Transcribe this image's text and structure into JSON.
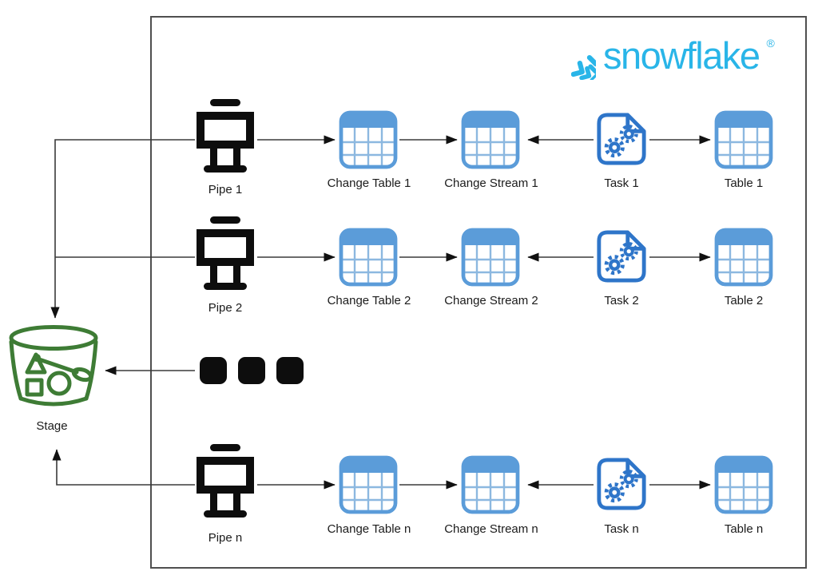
{
  "brand": {
    "name": "snowflake",
    "registered_mark": "®",
    "color": "#29b5e8"
  },
  "stage": {
    "label": "Stage",
    "color": "#3e7c35"
  },
  "rows": [
    {
      "pipe": "Pipe 1",
      "change_table": "Change Table 1",
      "change_stream": "Change Stream 1",
      "task": "Task 1",
      "table": "Table 1"
    },
    {
      "pipe": "Pipe 2",
      "change_table": "Change Table 2",
      "change_stream": "Change Stream 2",
      "task": "Task 2",
      "table": "Table 2"
    },
    {
      "pipe": "Pipe n",
      "change_table": "Change Table n",
      "change_stream": "Change Stream n",
      "task": "Task n",
      "table": "Table n"
    }
  ],
  "ellipsis_dot_count": 3,
  "icons": {
    "pipe": "pipe-icon",
    "change_table": "table-grid-icon",
    "change_stream": "table-grid-icon",
    "task": "task-document-gears-icon",
    "table": "table-grid-icon",
    "stage": "bucket-icon",
    "brand": "snowflake-logo-icon",
    "ellipsis": "ellipsis-dots-icon"
  },
  "colors": {
    "table_blue_border": "#5b9cd9",
    "table_blue_header": "#5b9cd9",
    "table_grid_line": "#8cb8e0",
    "task_blue": "#2e75c9",
    "pipe_black": "#0d0d0d",
    "stage_green": "#3e7c35",
    "connector_line": "#3a3a3a",
    "boundary_border": "#4f4f4f"
  }
}
